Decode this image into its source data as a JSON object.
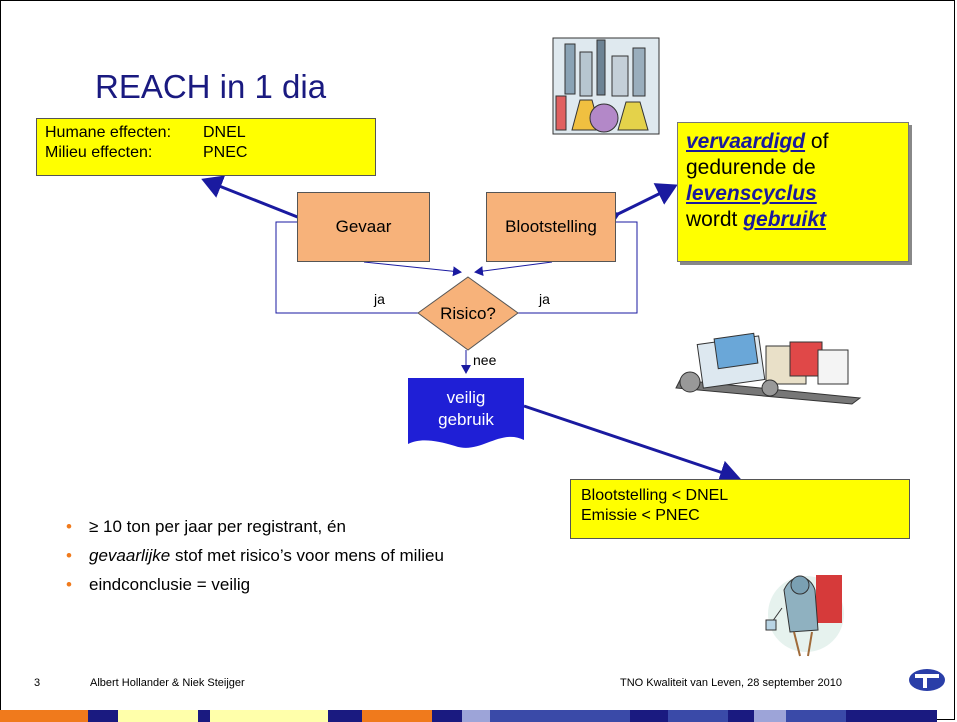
{
  "title": "REACH in 1 dia",
  "effects_box": {
    "rows": [
      {
        "label": "Humane effecten:",
        "value": "DNEL"
      },
      {
        "label": "Milieu effecten:",
        "value": "PNEC"
      }
    ]
  },
  "vervaardigd_box": {
    "word1": "vervaardigd",
    "text1": " of",
    "line2": "gedurende de",
    "word2": "levenscyclus",
    "line4a": "wordt ",
    "word3": "gebruikt"
  },
  "flow": {
    "gevaar": "Gevaar",
    "blootstelling": "Blootstelling",
    "risico": "Risico?",
    "ja_left": "ja",
    "ja_right": "ja",
    "nee": "nee",
    "veilig_line1": "veilig",
    "veilig_line2": "gebruik"
  },
  "limits_box": {
    "line1": "Blootstelling < DNEL",
    "line2": "Emissie < PNEC"
  },
  "bullets": [
    {
      "plain": "≥ 10 ton per jaar per registrant, én"
    },
    {
      "italic": "gevaarlijke",
      "plain": " stof met risico’s voor mens of milieu"
    },
    {
      "plain": "eindconclusie = veilig"
    }
  ],
  "footer": {
    "slide_number": "3",
    "authors": "Albert Hollander & Niek Steijger",
    "org_date": "TNO Kwaliteit van Leven, 28 september 2010"
  },
  "colors": {
    "title": "#1a1a80",
    "yellow_box": "#ffff00",
    "orange_box": "#f7b27a",
    "navy": "#1a1aa0",
    "doc_shape": "#1f1fd6",
    "bullet_orange": "#f07a1c"
  },
  "icons": {
    "factory": "chemical-factory-clipart-icon",
    "machine": "printing-machine-clipart-icon",
    "painter": "painter-clipart-icon",
    "logo": "tno-logo-icon"
  }
}
